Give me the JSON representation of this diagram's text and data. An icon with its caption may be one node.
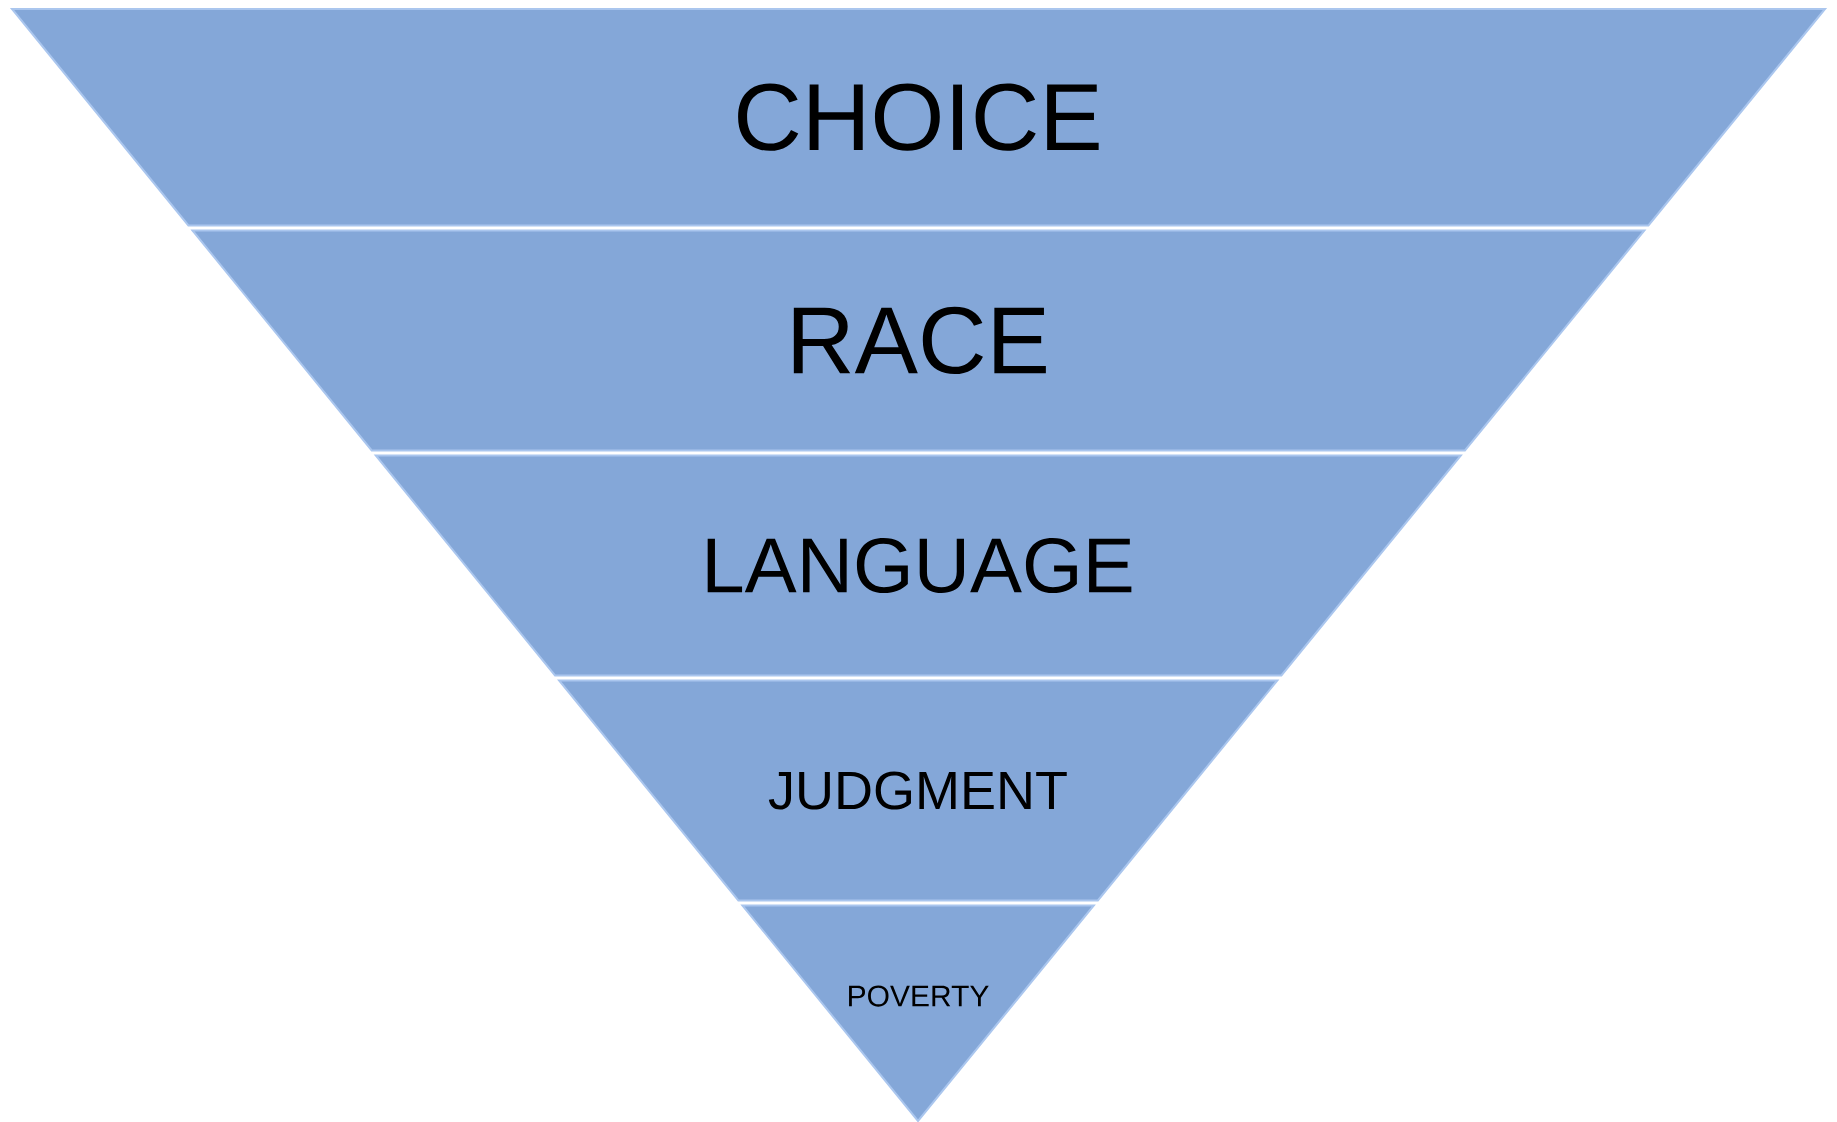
{
  "diagram": {
    "nodes": [
      {
        "text": [
          "CHOICE"
        ]
      },
      {
        "text": [
          "RACE"
        ]
      },
      {
        "text": [
          "LANGUAGE"
        ]
      },
      {
        "text": [
          "JUDGMENT"
        ]
      },
      {
        "text": [
          "POVERTY"
        ]
      }
    ]
  }
}
